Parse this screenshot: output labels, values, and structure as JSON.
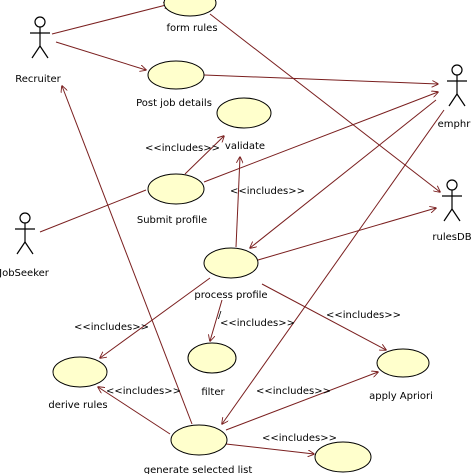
{
  "colors": {
    "usecase_fill": "#ffffcc",
    "usecase_stroke": "#000000",
    "connector": "#7a1f1f",
    "text": "#000000",
    "background": "#ffffff"
  },
  "actors": {
    "recruiter": "Recruiter",
    "jobseeker": "JobSeeker",
    "emphr": "emphr",
    "rulesdb": "rulesDB"
  },
  "use_cases": {
    "form_rules": "form rules",
    "post_job_details": "Post job details",
    "validate": "validate",
    "submit_profile": "Submit profile",
    "process_profile": "process profile",
    "filter": "filter",
    "derive_rules": "derive rules",
    "apply_apriori": "apply Apriori",
    "generate_selected_list": "generate selected list",
    "bottom_right_case": ""
  },
  "relationships": {
    "includes_submit_validate": "<<includes>>",
    "includes_process_validate": "<<includes>>",
    "includes_process_derive": "<<includes>>",
    "includes_process_filter": "<<includes>>",
    "includes_process_apriori": "<<includes>>",
    "includes_generate_derive": "<<includes>>",
    "includes_generate_apriori": "<<includes>>",
    "includes_generate_bottom": "<<includes>>",
    "stray_mark": "/"
  }
}
